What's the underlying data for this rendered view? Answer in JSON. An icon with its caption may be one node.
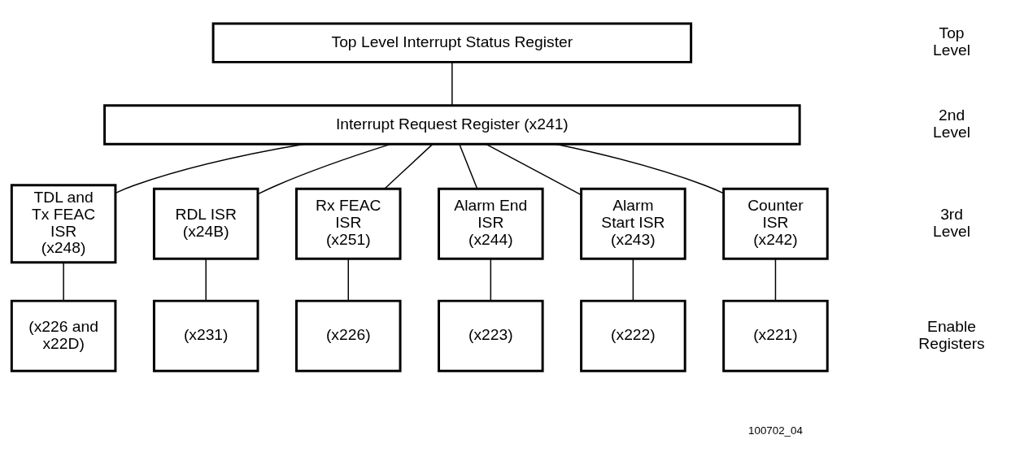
{
  "diagram": {
    "nodes": [
      {
        "text": [
          "Top Level Interrupt Status Register"
        ]
      },
      {
        "text": [
          "Interrupt Request Register (x241)"
        ]
      },
      {
        "text": [
          "TDL and Tx FEAC ISR (x248)"
        ]
      },
      {
        "text": [
          "RDL ISR (x24B)"
        ]
      },
      {
        "text": [
          "Rx FEAC ISR (x251)"
        ]
      },
      {
        "text": [
          "Alarm End ISR (x244)"
        ]
      },
      {
        "text": [
          "Alarm Start ISR (x243)"
        ]
      },
      {
        "text": [
          "Counter ISR (x242)"
        ]
      },
      {
        "text": [
          "(x226 and x22D)"
        ]
      },
      {
        "text": [
          "(x231)"
        ]
      },
      {
        "text": [
          "(x226)"
        ]
      },
      {
        "text": [
          "(x223)"
        ]
      },
      {
        "text": [
          "(x222)"
        ]
      },
      {
        "text": [
          "(x221)"
        ]
      }
    ],
    "edges": [
      {
        "from": 0,
        "to": 1,
        "arrow": "none"
      },
      {
        "from": 1,
        "to": 2,
        "arrow": "none"
      },
      {
        "from": 1,
        "to": 3,
        "arrow": "none"
      },
      {
        "from": 1,
        "to": 4,
        "arrow": "none"
      },
      {
        "from": 1,
        "to": 5,
        "arrow": "none"
      },
      {
        "from": 1,
        "to": 6,
        "arrow": "none"
      },
      {
        "from": 1,
        "to": 7,
        "arrow": "none"
      },
      {
        "from": 2,
        "to": 8,
        "arrow": "none"
      },
      {
        "from": 3,
        "to": 9,
        "arrow": "none"
      },
      {
        "from": 4,
        "to": 10,
        "arrow": "none"
      },
      {
        "from": 5,
        "to": 11,
        "arrow": "none"
      },
      {
        "from": 6,
        "to": 12,
        "arrow": "none"
      },
      {
        "from": 7,
        "to": 13,
        "arrow": "none"
      }
    ],
    "labels": [
      "Top Level",
      "2nd Level",
      "3rd Level",
      "Enable Registers",
      "100702_04"
    ]
  }
}
